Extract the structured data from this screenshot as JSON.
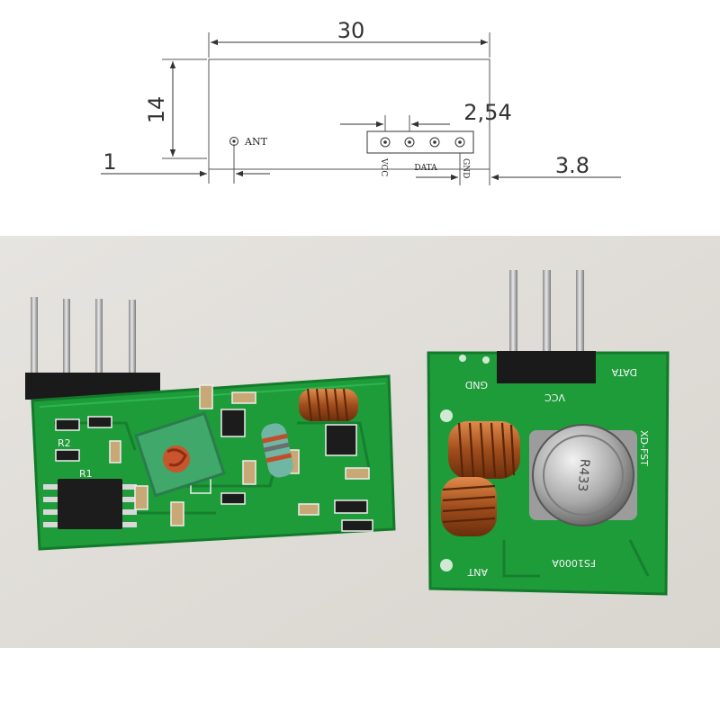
{
  "drawing": {
    "dims": {
      "width": "30",
      "height": "14",
      "pitch": "2,54",
      "edge_offset": "1",
      "pin_offset": "3.8"
    },
    "labels": {
      "ant": "ANT",
      "vcc": "VCC",
      "data": "DATA",
      "gnd": "GND"
    }
  },
  "photo": {
    "receiver": {
      "silk": [
        "R1",
        "R2"
      ]
    },
    "transmitter": {
      "silk_gnd": "GND",
      "silk_vcc": "VCC",
      "silk_data": "DATA",
      "silk_model": "XD-FST",
      "silk_part": "FS1000A",
      "silk_ant": "ANT",
      "resonator_marking": "R433"
    }
  },
  "colors": {
    "pcb": "#1e9c3a",
    "pcb_dark": "#137a2b",
    "copper": "#b5602a",
    "pin": "#c9c9c9",
    "wall": "#e9e5df"
  }
}
